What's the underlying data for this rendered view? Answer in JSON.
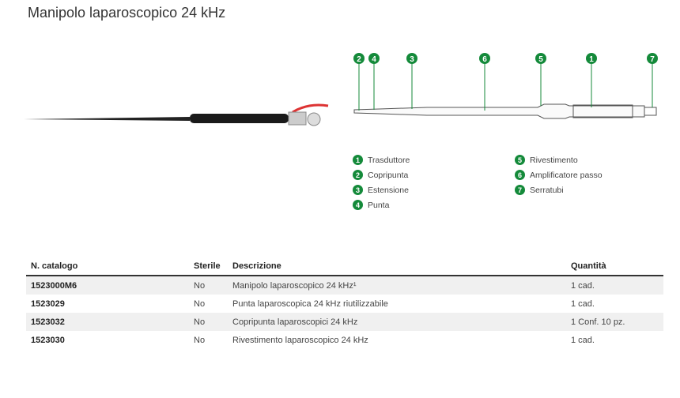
{
  "title": "Manipolo laparoscopico 24 kHz",
  "diagram": {
    "callouts": [
      "2",
      "4",
      "3",
      "6",
      "5",
      "1",
      "7"
    ]
  },
  "legend": [
    {
      "n": "1",
      "label": "Trasduttore"
    },
    {
      "n": "2",
      "label": "Copripunta"
    },
    {
      "n": "3",
      "label": "Estensione"
    },
    {
      "n": "4",
      "label": "Punta"
    },
    {
      "n": "5",
      "label": "Rivestimento"
    },
    {
      "n": "6",
      "label": "Amplificatore passo"
    },
    {
      "n": "7",
      "label": "Serratubi"
    }
  ],
  "table": {
    "headers": [
      "N. catalogo",
      "Sterile",
      "Descrizione",
      "Quantità"
    ],
    "rows": [
      [
        "1523000M6",
        "No",
        "Manipolo laparoscopico 24 kHz¹",
        "1 cad."
      ],
      [
        "1523029",
        "No",
        "Punta laparoscopica 24 kHz riutilizzabile",
        "1 cad."
      ],
      [
        "1523032",
        "No",
        "Copripunta laparoscopici 24 kHz",
        "1 Conf. 10 pz."
      ],
      [
        "1523030",
        "No",
        "Rivestimento laparoscopico 24 kHz",
        "1 cad."
      ]
    ]
  },
  "colors": {
    "accent": "#148a3a"
  }
}
